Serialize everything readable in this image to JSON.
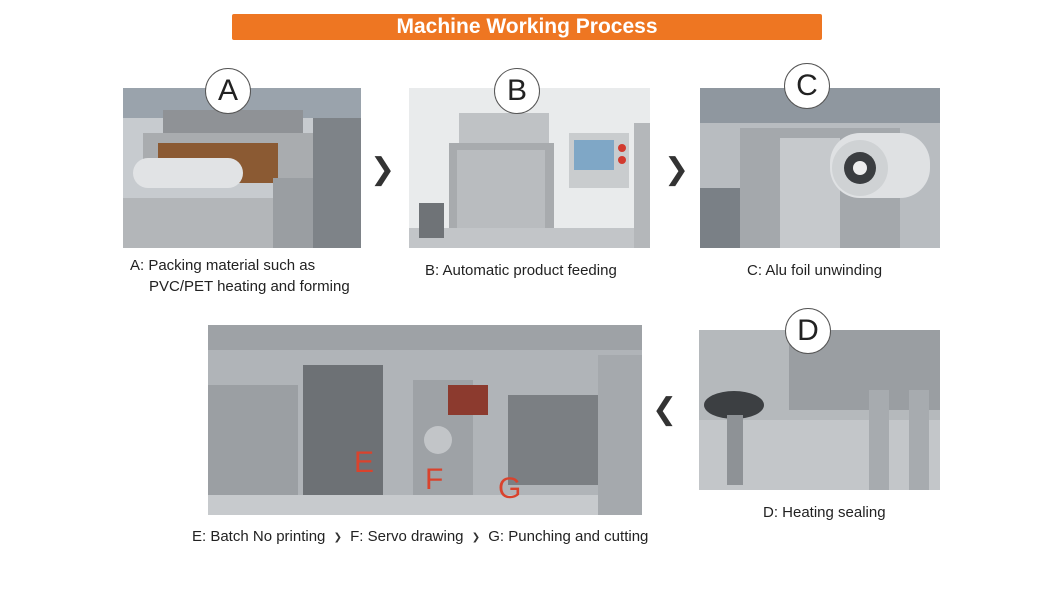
{
  "header": {
    "title": "Machine Working Process"
  },
  "steps": {
    "a": {
      "badge": "A",
      "caption_line1": "A: Packing material such as",
      "caption_line2": "PVC/PET heating and forming"
    },
    "b": {
      "badge": "B",
      "caption": "B: Automatic product feeding"
    },
    "c": {
      "badge": "C",
      "caption": "C:  Alu foil unwinding"
    },
    "d": {
      "badge": "D",
      "caption": "D: Heating sealing"
    },
    "efg": {
      "overlay_e": "E",
      "overlay_f": "F",
      "overlay_g": "G",
      "caption_e": "E: Batch No printing",
      "caption_f": "F: Servo drawing",
      "caption_g": "G: Punching and cutting",
      "separator": "❯"
    }
  },
  "arrows": {
    "right": "❯",
    "left": "❮"
  },
  "colors": {
    "banner": "#ee7622",
    "banner_text": "#ffffff",
    "overlay_letters": "#d9432d"
  }
}
